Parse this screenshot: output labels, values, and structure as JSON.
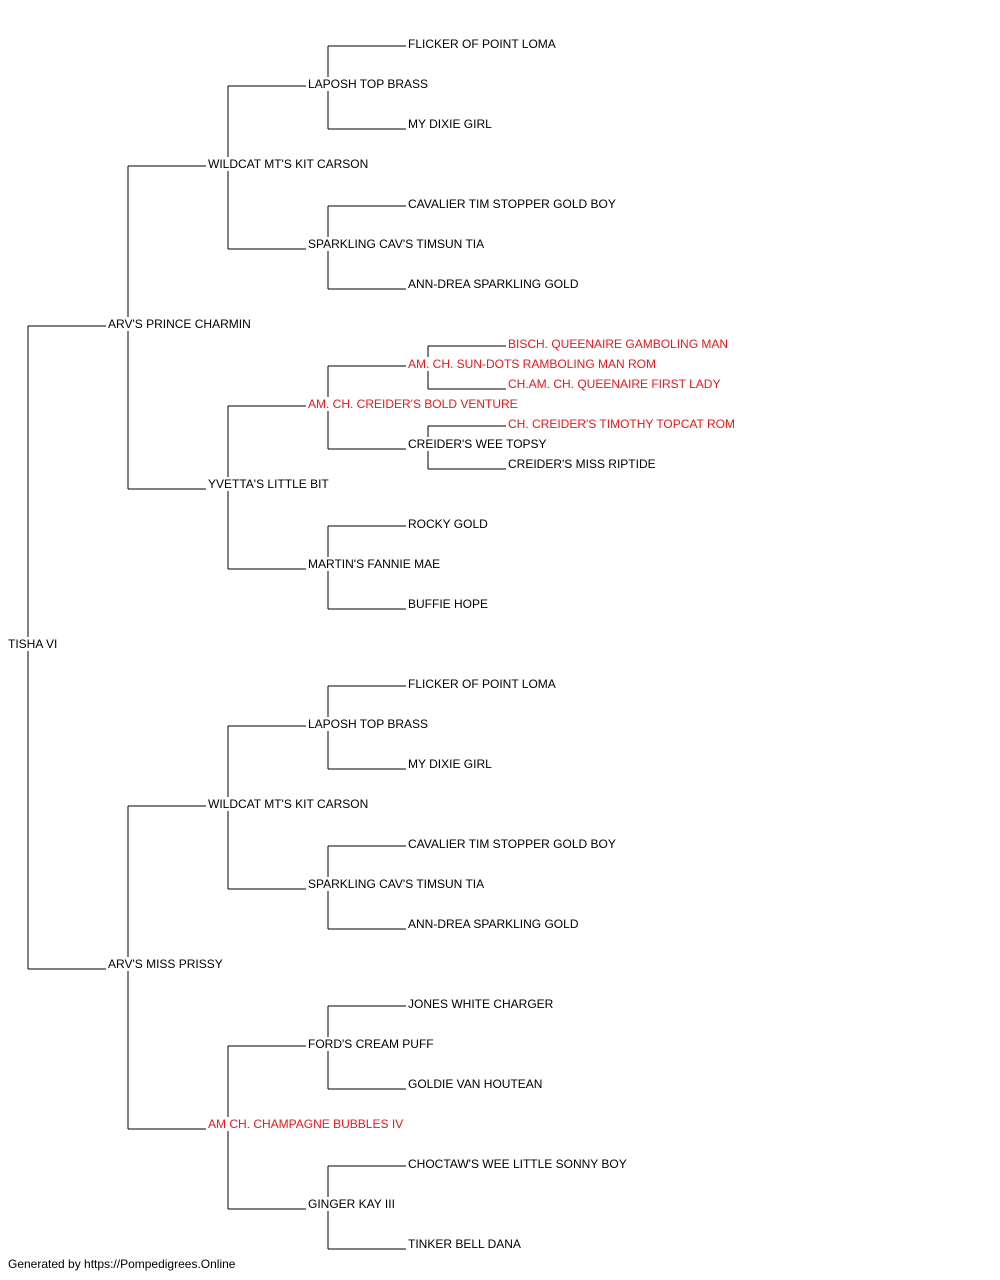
{
  "colors": {
    "normal": "#000000",
    "champion": "#e8191c",
    "line": "#000000"
  },
  "footer": "Generated by https://Pompedigrees.Online",
  "pedigree": {
    "name": "TISHA VI",
    "champion": false,
    "parents": [
      {
        "name": "ARV'S PRINCE CHARMIN",
        "champion": false,
        "parents": [
          {
            "name": "WILDCAT MT'S KIT CARSON",
            "champion": false,
            "parents": [
              {
                "name": "LAPOSH TOP BRASS",
                "champion": false,
                "parents": [
                  {
                    "name": "FLICKER OF POINT LOMA",
                    "champion": false
                  },
                  {
                    "name": "MY DIXIE GIRL",
                    "champion": false
                  }
                ]
              },
              {
                "name": "SPARKLING CAV'S TIMSUN TIA",
                "champion": false,
                "parents": [
                  {
                    "name": "CAVALIER TIM STOPPER GOLD BOY",
                    "champion": false
                  },
                  {
                    "name": "ANN-DREA SPARKLING GOLD",
                    "champion": false
                  }
                ]
              }
            ]
          },
          {
            "name": "YVETTA'S LITTLE BIT",
            "champion": false,
            "parents": [
              {
                "name": "AM. CH. CREIDER'S BOLD VENTURE",
                "champion": true,
                "parents": [
                  {
                    "name": "AM. CH. SUN-DOTS RAMBOLING MAN ROM",
                    "champion": true,
                    "parents": [
                      {
                        "name": "BISCH. QUEENAIRE GAMBOLING MAN",
                        "champion": true
                      },
                      {
                        "name": "CH.AM. CH. QUEENAIRE FIRST LADY",
                        "champion": true
                      }
                    ]
                  },
                  {
                    "name": "CREIDER'S WEE TOPSY",
                    "champion": false,
                    "parents": [
                      {
                        "name": "CH. CREIDER'S TIMOTHY TOPCAT ROM",
                        "champion": true
                      },
                      {
                        "name": "CREIDER'S MISS RIPTIDE",
                        "champion": false
                      }
                    ]
                  }
                ]
              },
              {
                "name": "MARTIN'S FANNIE MAE",
                "champion": false,
                "parents": [
                  {
                    "name": "ROCKY GOLD",
                    "champion": false
                  },
                  {
                    "name": "BUFFIE HOPE",
                    "champion": false
                  }
                ]
              }
            ]
          }
        ]
      },
      {
        "name": "ARV'S MISS PRISSY",
        "champion": false,
        "parents": [
          {
            "name": "WILDCAT MT'S KIT CARSON",
            "champion": false,
            "parents": [
              {
                "name": "LAPOSH TOP BRASS",
                "champion": false,
                "parents": [
                  {
                    "name": "FLICKER OF POINT LOMA",
                    "champion": false
                  },
                  {
                    "name": "MY DIXIE GIRL",
                    "champion": false
                  }
                ]
              },
              {
                "name": "SPARKLING CAV'S TIMSUN TIA",
                "champion": false,
                "parents": [
                  {
                    "name": "CAVALIER TIM STOPPER GOLD BOY",
                    "champion": false
                  },
                  {
                    "name": "ANN-DREA SPARKLING GOLD",
                    "champion": false
                  }
                ]
              }
            ]
          },
          {
            "name": "AM CH. CHAMPAGNE BUBBLES IV",
            "champion": true,
            "parents": [
              {
                "name": "FORD'S CREAM PUFF",
                "champion": false,
                "parents": [
                  {
                    "name": "JONES WHITE CHARGER",
                    "champion": false
                  },
                  {
                    "name": "GOLDIE VAN HOUTEAN",
                    "champion": false
                  }
                ]
              },
              {
                "name": "GINGER KAY III",
                "champion": false,
                "parents": [
                  {
                    "name": "CHOCTAW'S WEE LITTLE SONNY BOY",
                    "champion": false
                  },
                  {
                    "name": "TINKER BELL DANA",
                    "champion": false
                  }
                ]
              }
            ]
          }
        ]
      }
    ]
  }
}
